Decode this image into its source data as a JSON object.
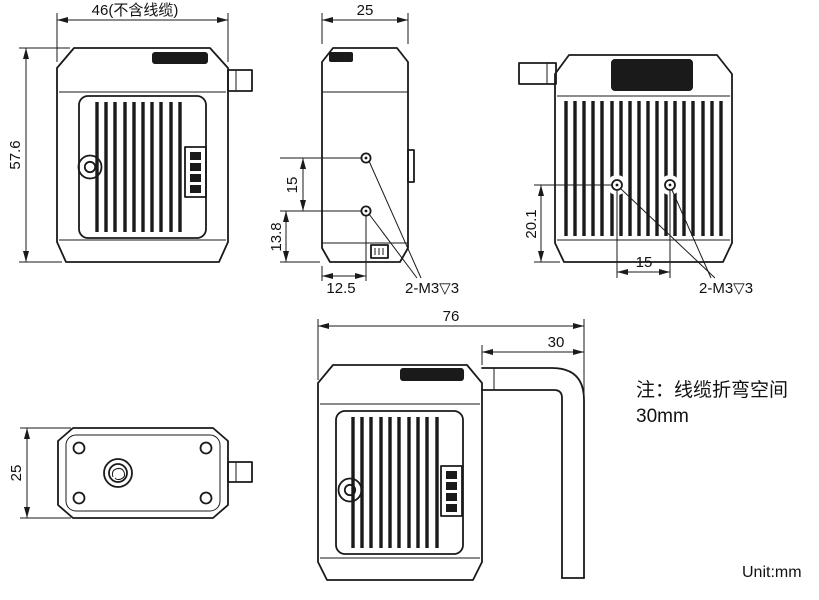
{
  "ink_color": "#1a1a1a",
  "background_color": "#ffffff",
  "unit_label": "Unit:mm",
  "note": {
    "line1": "注：线缆折弯空间",
    "line2": "30mm"
  },
  "views": {
    "front": {
      "width_dim": "46(不含线缆)",
      "height_dim": "57.6"
    },
    "side": {
      "width_dim": "25",
      "hole_pitch_dim": "15",
      "hole_bottom_dim": "13.8",
      "hole_offset_dim": "12.5",
      "thread_callout": "2-M3▽3"
    },
    "rear": {
      "hole_height_dim": "20.1",
      "hole_pitch_dim": "15",
      "thread_callout": "2-M3▽3"
    },
    "top": {
      "depth_dim": "25"
    },
    "cable_bend": {
      "overall_dim": "76",
      "bend_space_dim": "30"
    }
  }
}
